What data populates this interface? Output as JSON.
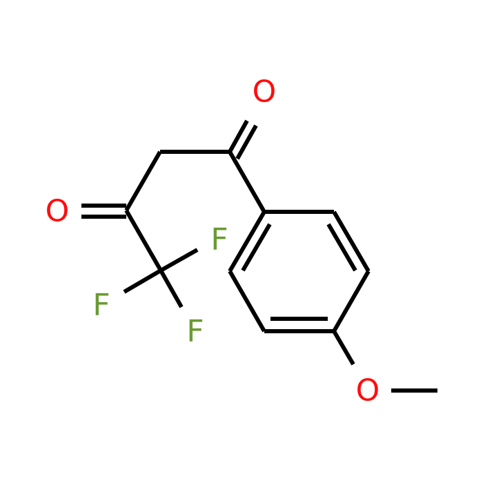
{
  "molecule": {
    "atoms": [
      {
        "id": "O_keto_top",
        "label": "O",
        "color": "#ff0d0d"
      },
      {
        "id": "O_keto_left",
        "label": "O",
        "color": "#ff0d0d"
      },
      {
        "id": "F1",
        "label": "F",
        "color": "#6a9a32"
      },
      {
        "id": "F2",
        "label": "F",
        "color": "#6a9a32"
      },
      {
        "id": "F3",
        "label": "F",
        "color": "#6a9a32"
      },
      {
        "id": "O_methoxy",
        "label": "O",
        "color": "#ff0d0d"
      }
    ],
    "bond_color": "#000000"
  }
}
